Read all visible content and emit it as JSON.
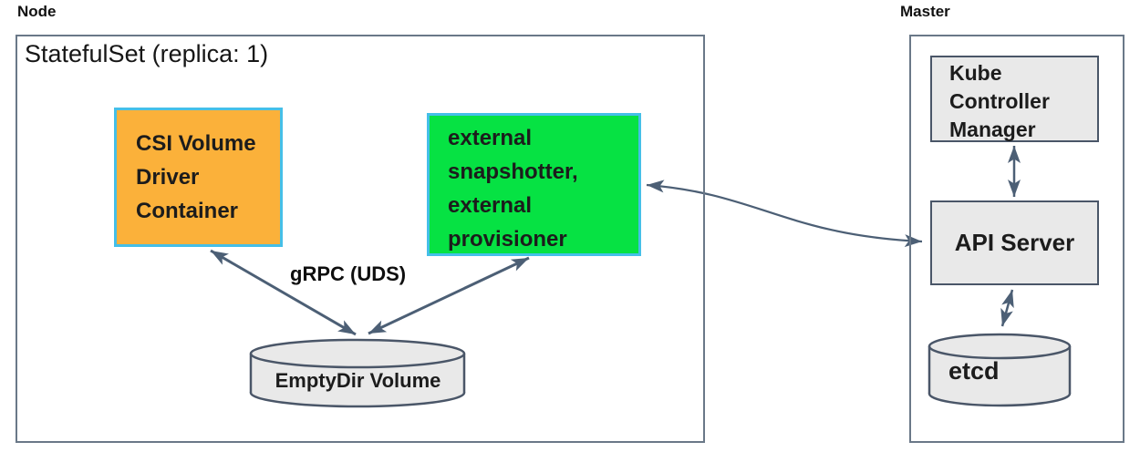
{
  "colors": {
    "csi_box_fill": "#FBB13A",
    "sidecar_box_fill": "#06E243",
    "container_border": "#45BFE8",
    "gray_fill": "#E9E9E9",
    "gray_border": "#4A5668",
    "outer_border": "#6A7888",
    "arrow": "#4C5F75"
  },
  "node": {
    "label": "Node",
    "statefulset_title": "StatefulSet (replica: 1)",
    "csi_box": {
      "lines": [
        "CSI Volume",
        "Driver",
        "Container"
      ]
    },
    "sidecar_box": {
      "lines": [
        "external",
        "snapshotter,",
        "external",
        "provisioner"
      ]
    },
    "grpc_label": "gRPC (UDS)",
    "emptydir_label": "EmptyDir Volume"
  },
  "master": {
    "label": "Master",
    "kcm_box": {
      "lines": [
        "Kube",
        "Controller",
        "Manager"
      ]
    },
    "api_server_label": "API Server",
    "etcd_label": "etcd"
  }
}
